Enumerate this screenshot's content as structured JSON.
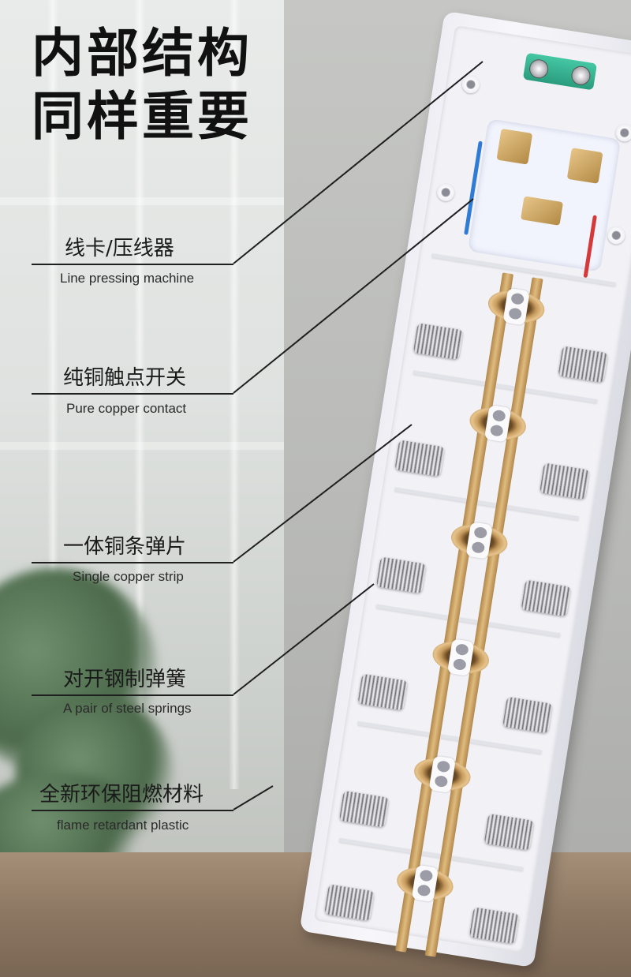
{
  "headline": {
    "line1": "内部结构",
    "line2": "同样重要"
  },
  "callouts": [
    {
      "zh": "线卡/压线器",
      "en": "Line pressing machine"
    },
    {
      "zh": "纯铜触点开关",
      "en": "Pure copper contact"
    },
    {
      "zh": "一体铜条弹片",
      "en": "Single copper strip"
    },
    {
      "zh": "对开钢制弹簧",
      "en": "A pair of steel springs"
    },
    {
      "zh": "全新环保阻燃材料",
      "en": "flame retardant plastic"
    }
  ],
  "colors": {
    "text": "#1a1a1a",
    "strip_body": "#f1f1f6",
    "copper": "#c69a5c",
    "clamp": "#2a9c7e"
  }
}
